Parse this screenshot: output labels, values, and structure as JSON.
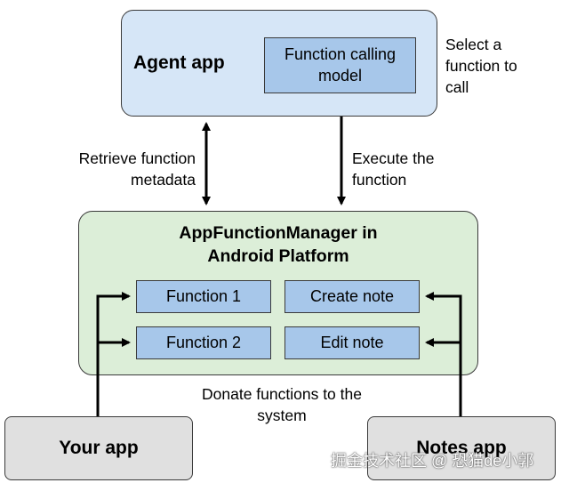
{
  "agent_app": {
    "title": "Agent app",
    "model_label": "Function calling model"
  },
  "select_note": "Select a function to call",
  "retrieve_label": "Retrieve function metadata",
  "execute_label": "Execute the function",
  "manager": {
    "title_line1": "AppFunctionManager in",
    "title_line2": "Android Platform"
  },
  "functions": {
    "fn1": "Function 1",
    "fn2": "Function 2",
    "create_note": "Create note",
    "edit_note": "Edit note"
  },
  "donate_label": "Donate functions to the system",
  "your_app": "Your app",
  "notes_app": "Notes app",
  "watermark": "掘金技术社区 @ 恐猫de小郭"
}
